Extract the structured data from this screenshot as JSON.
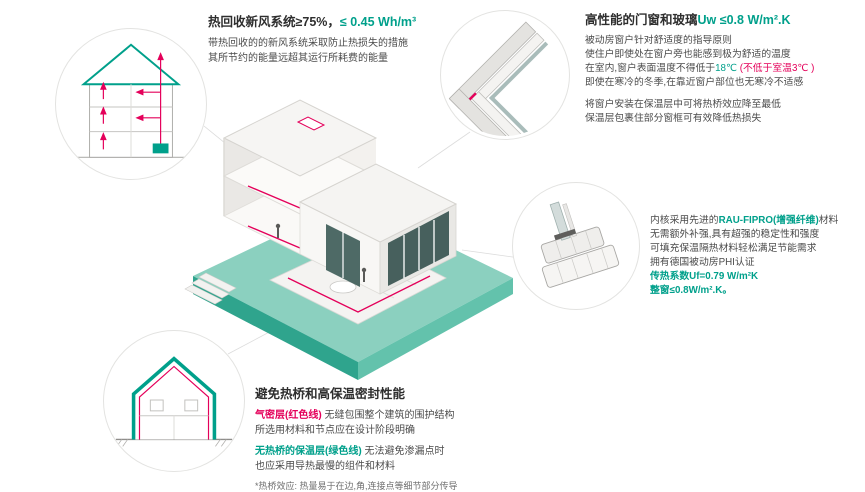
{
  "colors": {
    "teal": "#00A08B",
    "magenta": "#E4005A",
    "ground_teal": "#8BD0BF"
  },
  "hrv": {
    "title_black": "热回收新风系统≥75%，",
    "title_teal": "≤ 0.45 Wh/m³",
    "line1": "带热回收的的新风系统采取防止热损失的措施",
    "line2": "其所节约的能量远超其运行所耗费的能量"
  },
  "windows": {
    "title_black": "高性能的门窗和玻璃",
    "title_teal": "Uw ≤0.8 W/m².K",
    "p1_l1": "被动房窗户针对舒适度的指导原则",
    "p1_l2": "使住户即使处在窗户旁也能感到极为舒适的温度",
    "p1_l3_pre": "在室内,窗户表面温度不得低于",
    "p1_l3_temp": "18℃",
    "p1_l3_red": " (不低于室温3℃ )",
    "p1_l4": "即使在寒冷的冬季,在靠近窗户部位也无寒冷不适感",
    "p2_l1": "将窗户安装在保温层中可将热桥效应降至最低",
    "p2_l2": "保温层包裹住部分窗框可有效降低热损失"
  },
  "profile": {
    "l1_pre": "内核采用先进的",
    "l1_teal": "RAU-FIPRO(增强纤维)",
    "l1_post": "材料",
    "l2": "无需额外补强,具有超强的稳定性和强度",
    "l3": "可填充保温隔热材料轻松满足节能需求",
    "l4": "拥有德国被动房PHI认证",
    "l5": "传热系数Uf=0.79 W/m²K",
    "l6": "整窗≤0.8W/m².K。"
  },
  "thermal": {
    "title": "避免热桥和高保温密封性能",
    "l1_red": "气密层(红色线)",
    "l1_rest": " 无缝包围整个建筑的围护结构",
    "l2": "所选用材料和节点应在设计阶段明确",
    "l3_teal": "无热桥的保温层(绿色线)",
    "l3_rest": " 无法避免渗漏点时",
    "l4": "也应采用导热最慢的组件和材料",
    "footnote": "*热桥效应: 热量易于在边,角,连接点等细节部分传导"
  }
}
